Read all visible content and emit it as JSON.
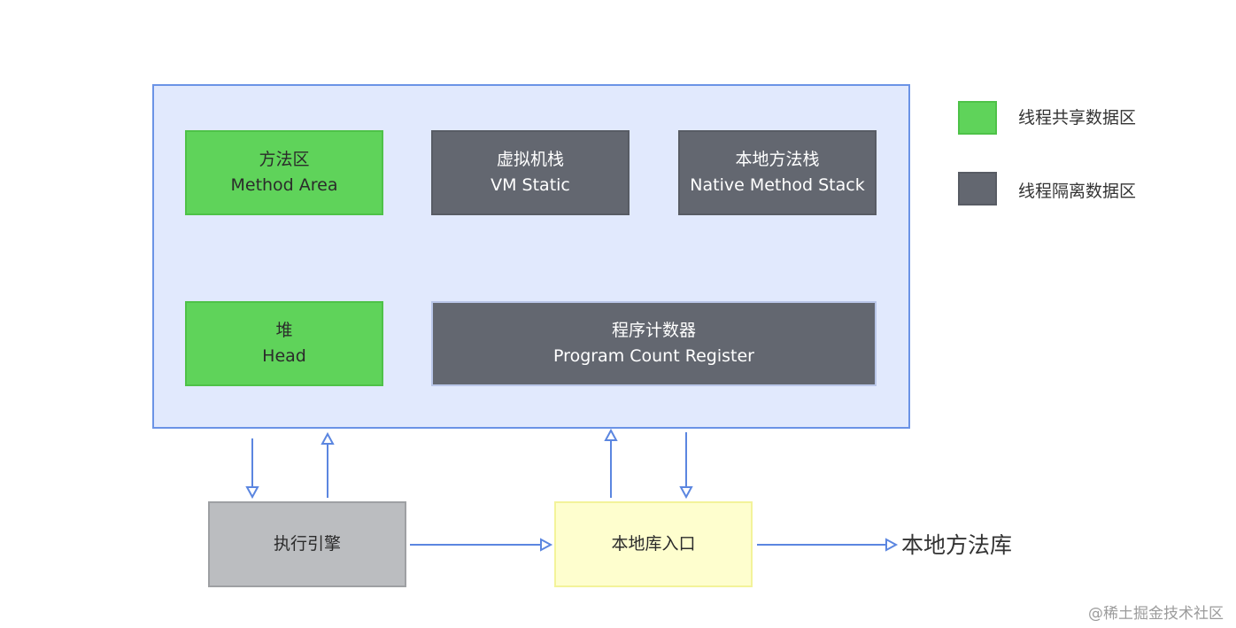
{
  "colors": {
    "runtime_bg": "#e1e9fd",
    "runtime_border": "#6b93e6",
    "shared": "#5fd35a",
    "isolated": "#636770",
    "engine": "#bbbdc0",
    "native_interface": "#fefece",
    "arrow": "#5b86e0"
  },
  "runtime_area": {
    "method_area": {
      "zh": "方法区",
      "en": "Method Area"
    },
    "vm_stack": {
      "zh": "虚拟机栈",
      "en": "VM Static"
    },
    "native_method_stack": {
      "zh": "本地方法栈",
      "en": "Native Method Stack"
    },
    "heap": {
      "zh": "堆",
      "en": "Head"
    },
    "program_counter": {
      "zh": "程序计数器",
      "en": "Program Count Register"
    }
  },
  "legend": {
    "shared_label": "线程共享数据区",
    "isolated_label": "线程隔离数据区"
  },
  "execution_engine": {
    "label": "执行引擎"
  },
  "native_interface": {
    "label": "本地库入口"
  },
  "native_library": {
    "label": "本地方法库"
  },
  "watermark": {
    "text": "@稀土掘金技术社区"
  }
}
